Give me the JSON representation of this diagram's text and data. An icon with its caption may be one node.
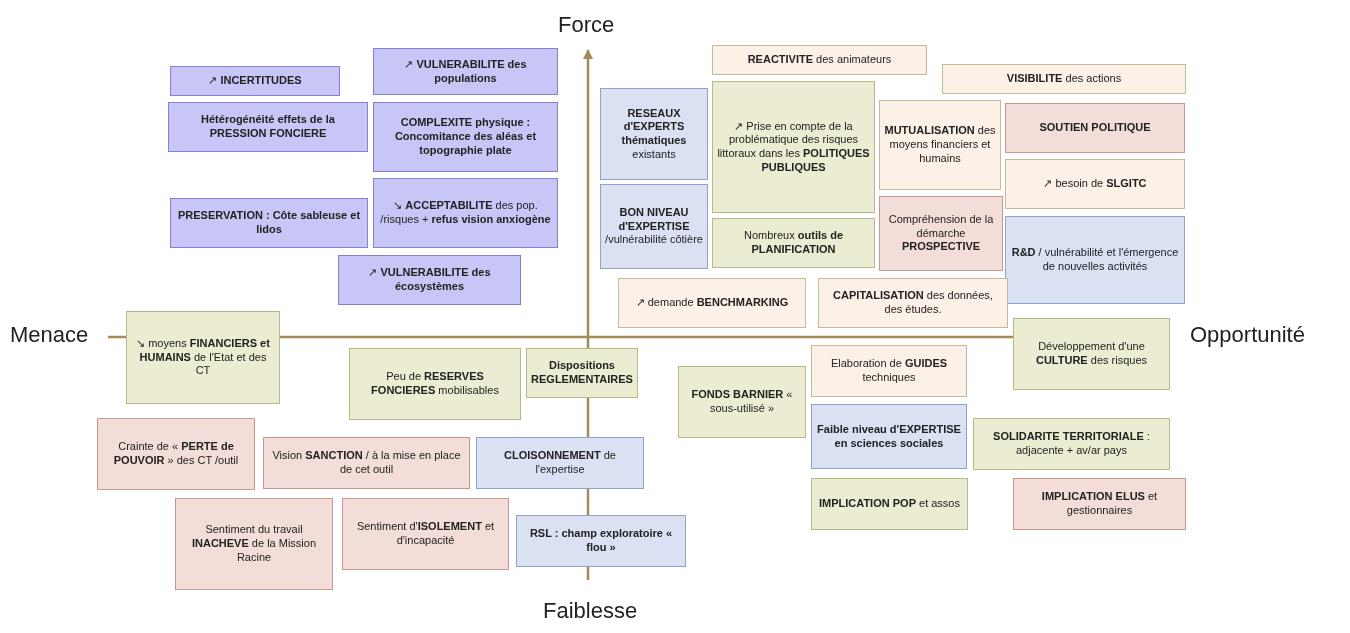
{
  "diagram": {
    "nodes": [
      {
        "text": [
          "↗ **INCERTITUDES**"
        ]
      },
      {
        "text": [
          "↗ **VULNERABILITE des populations**"
        ]
      },
      {
        "text": [
          "**Hétérogénéité effets de la PRESSION FONCIERE**"
        ]
      },
      {
        "text": [
          "**COMPLEXITE physique : Concomitance des aléas et topographie plate**"
        ]
      },
      {
        "text": [
          "**PRESERVATION : Côte sableuse et lidos**"
        ]
      },
      {
        "text": [
          "↘ **ACCEPTABILITE** des pop. /risques + **refus vision anxiogène**"
        ]
      },
      {
        "text": [
          "↗ **VULNERABILITE des écosystèmes**"
        ]
      },
      {
        "text": [
          "↘ moyens **FINANCIERS et HUMAINS** de l'Etat et des CT"
        ]
      },
      {
        "text": [
          "**REACTIVITE** des animateurs"
        ]
      },
      {
        "text": [
          "**VISIBILITE** des actions"
        ]
      },
      {
        "text": [
          "**RESEAUX d'EXPERTS thématiques** existants"
        ]
      },
      {
        "text": [
          "↗ Prise en compte de la problématique des risques littoraux dans les **POLITIQUES PUBLIQUES**"
        ]
      },
      {
        "text": [
          "**MUTUALISATION** des moyens financiers et humains"
        ]
      },
      {
        "text": [
          "**SOUTIEN POLITIQUE**"
        ]
      },
      {
        "text": [
          "↗ besoin de **SLGITC**"
        ]
      },
      {
        "text": [
          "**BON NIVEAU d'EXPERTISE** /vulnérabilité côtière"
        ]
      },
      {
        "text": [
          "Nombreux **outils de PLANIFICATION**"
        ]
      },
      {
        "text": [
          "Compréhension de la démarche **PROSPECTIVE**"
        ]
      },
      {
        "text": [
          "**R&D** / vulnérabilité et l'émergence de nouvelles activités"
        ]
      },
      {
        "text": [
          "↗ demande **BENCHMARKING**"
        ]
      },
      {
        "text": [
          "**CAPITALISATION** des données, des études."
        ]
      },
      {
        "text": [
          "Développement d'une **CULTURE** des risques"
        ]
      },
      {
        "text": [
          "Peu de **RESERVES FONCIERES** mobilisables"
        ]
      },
      {
        "text": [
          "**Dispositions REGLEMENTAIRES**"
        ]
      },
      {
        "text": [
          "**FONDS BARNIER** « sous-utilisé »"
        ]
      },
      {
        "text": [
          "Elaboration de **GUIDES** techniques"
        ]
      },
      {
        "text": [
          "**Faible niveau d'EXPERTISE en sciences sociales**"
        ]
      },
      {
        "text": [
          "**SOLIDARITE TERRITORIALE** : adjacente + av/ar pays"
        ]
      },
      {
        "text": [
          "Crainte de « **PERTE de POUVOIR** » des CT /outil"
        ]
      },
      {
        "text": [
          "Vision **SANCTION** / à la mise en place de cet outil"
        ]
      },
      {
        "text": [
          "**CLOISONNEMENT** de l'expertise"
        ]
      },
      {
        "text": [
          "**IMPLICATION POP** et assos"
        ]
      },
      {
        "text": [
          "**IMPLICATION ELUS** et gestionnaires"
        ]
      },
      {
        "text": [
          "Sentiment du travail **INACHEVE** de la Mission Racine"
        ]
      },
      {
        "text": [
          "Sentiment d'**ISOLEMENT** et d'incapacité"
        ]
      },
      {
        "text": [
          "**RSL : champ exploratoire « flou »**"
        ]
      }
    ],
    "labels": [
      "Force",
      "Menace",
      "Opportunité",
      "Faiblesse"
    ]
  }
}
